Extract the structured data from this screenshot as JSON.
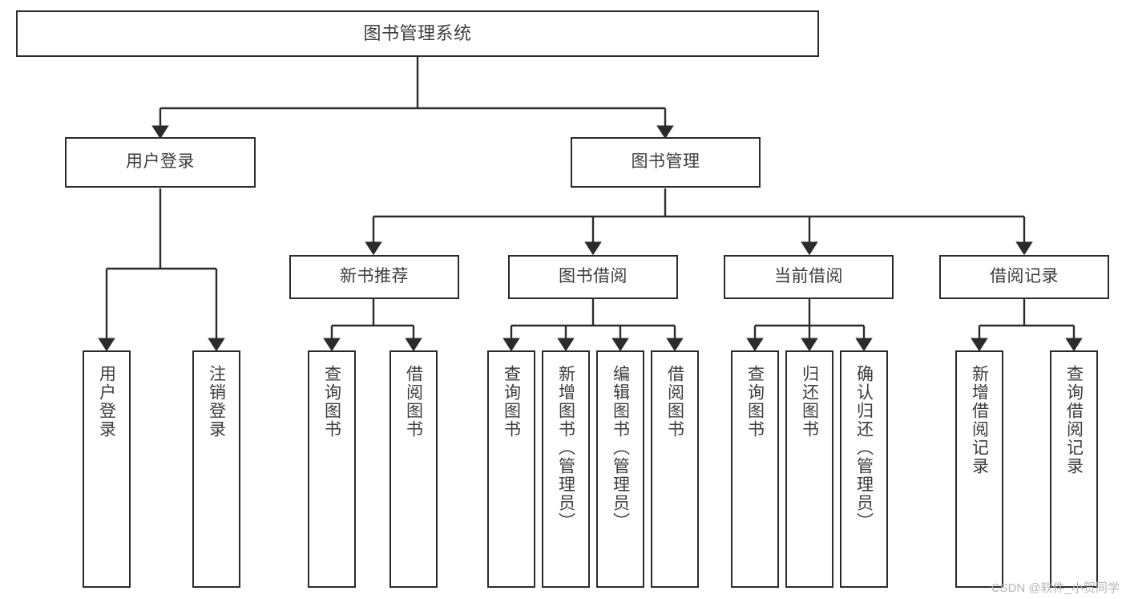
{
  "diagram": {
    "type": "tree-hierarchy-chart",
    "title": "图书管理系统",
    "accent_color": "#2b2b2b",
    "text_color": "#3c3c3c",
    "background": "#ffffff",
    "root": {
      "label": "图书管理系统"
    },
    "level2": [
      {
        "label": "用户登录"
      },
      {
        "label": "图书管理"
      }
    ],
    "level3": [
      {
        "label": "新书推荐"
      },
      {
        "label": "图书借阅"
      },
      {
        "label": "当前借阅"
      },
      {
        "label": "借阅记录"
      }
    ],
    "leaves": {
      "user_login": [
        {
          "label": "用户登录"
        },
        {
          "label": "注销登录"
        }
      ],
      "new_book_recommend": [
        {
          "label": "查询图书"
        },
        {
          "label": "借阅图书"
        }
      ],
      "book_borrow": [
        {
          "label": "查询图书"
        },
        {
          "label": "新增图书（管理员）"
        },
        {
          "label": "编辑图书（管理员）"
        },
        {
          "label": "借阅图书"
        }
      ],
      "current_borrow": [
        {
          "label": "查询图书"
        },
        {
          "label": "归还图书"
        },
        {
          "label": "确认归还（管理员）"
        }
      ],
      "borrow_record": [
        {
          "label": "新增借阅记录"
        },
        {
          "label": "查询借阅记录"
        }
      ]
    }
  },
  "watermark": {
    "text": "CSDN @软件_小贺同学"
  }
}
